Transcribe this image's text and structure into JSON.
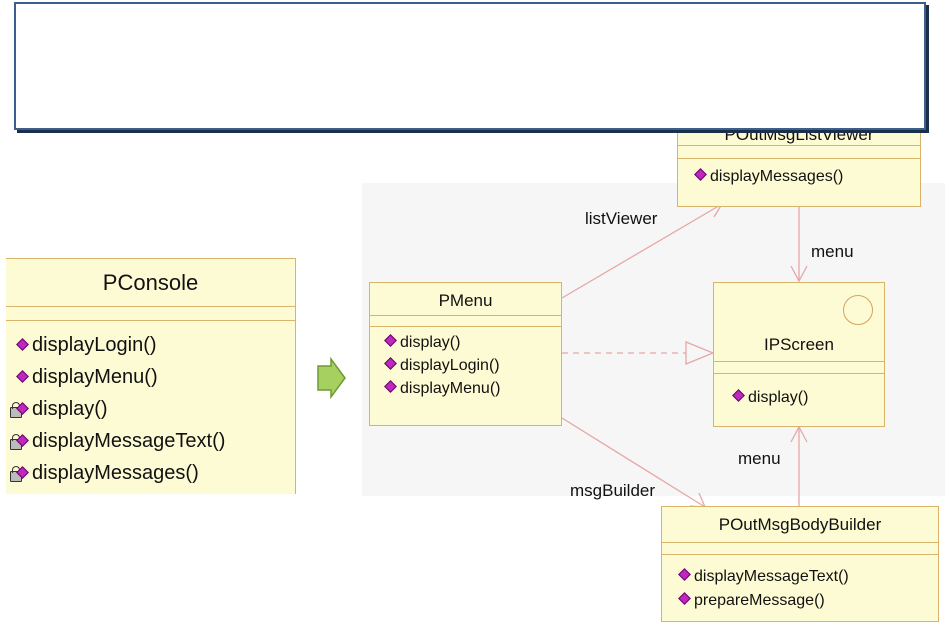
{
  "pconsole": {
    "name": "PConsole",
    "operations": [
      "displayLogin()",
      "displayMenu()",
      "display()",
      "displayMessageText()",
      "displayMessages()"
    ]
  },
  "pmenu": {
    "name": "PMenu",
    "operations": [
      "display()",
      "displayLogin()",
      "displayMenu()"
    ]
  },
  "poutmsglistviewer": {
    "name": "POutMsgListViewer",
    "operations": [
      "displayMessages()"
    ]
  },
  "ipscreen": {
    "name": "IPScreen",
    "operations": [
      "display()"
    ]
  },
  "poutmsgbodybuilder": {
    "name": "POutMsgBodyBuilder",
    "operations": [
      "displayMessageText()",
      "prepareMessage()"
    ]
  },
  "associations": {
    "list_viewer": "listViewer",
    "msg_builder": "msgBuilder",
    "menu_top": "menu",
    "menu_bottom": "menu"
  },
  "colors": {
    "class_fill": "#fdfbd3",
    "class_border": "#d9b36a",
    "arrow_green": "#8fc24b",
    "assoc_line": "#e8a6a6",
    "banner_border": "#3b5f8a"
  }
}
